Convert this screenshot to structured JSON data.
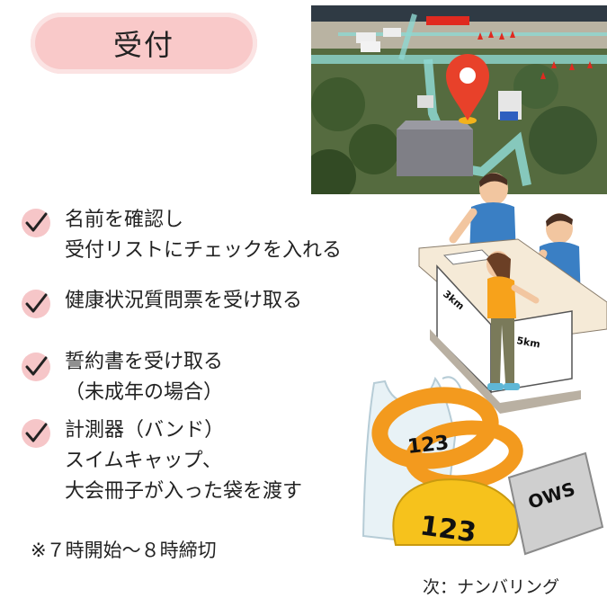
{
  "title": "受付",
  "checklist": [
    {
      "lines": [
        "名前を確認し",
        "受付リストにチェックを入れる"
      ]
    },
    {
      "lines": [
        "健康状況質問票を受け取る"
      ]
    },
    {
      "lines": [
        "誓約書を受け取る",
        "（未成年の場合）"
      ]
    },
    {
      "lines": [
        "計測器（バンド）",
        "スイムキャップ、",
        "大会冊子が入った袋を渡す"
      ]
    }
  ],
  "note": "※７時開始～８時締切",
  "next": "次：ナンバリング",
  "illustration": {
    "desk_sign_1": "3km",
    "desk_sign_2": "5km",
    "band_number": "123",
    "cap_number": "123",
    "booklet_label": "OWS"
  },
  "colors": {
    "accent_pink": "#f6c6c8",
    "band_orange": "#f39a1e",
    "cap_yellow": "#f6c21c",
    "map_pin": "#e8412a"
  }
}
